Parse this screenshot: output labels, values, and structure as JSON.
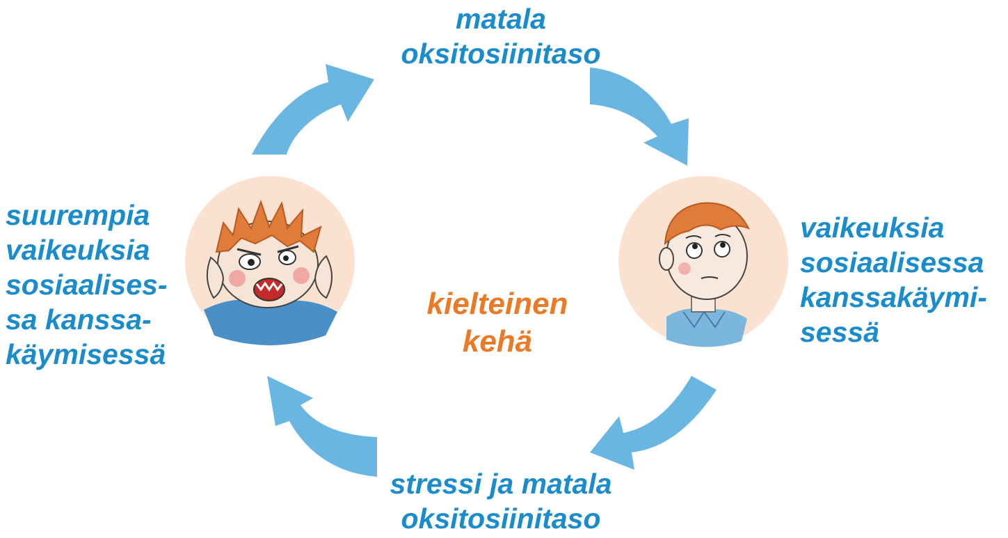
{
  "diagram": {
    "center_label": [
      "kielteinen",
      "kehä"
    ],
    "nodes": {
      "top": [
        "matala",
        "oksitosiinitaso"
      ],
      "right": [
        "vaikeuksia",
        "sosiaalisessa",
        "kanssakäymi-",
        "sessä"
      ],
      "bottom": [
        "stressi ja matala",
        "oksitosiinitaso"
      ],
      "left": [
        "suurempia",
        "vaikeuksia",
        "sosiaalises-",
        "sa kanssa-",
        "käymisessä"
      ]
    },
    "illustrations": {
      "left": "angry-child-grimacing",
      "right": "worried-child-looking-up"
    },
    "colors": {
      "node_text": "#1a8ccc",
      "center_text": "#ea7a25",
      "arrow": "#5aaee0",
      "portrait_bg": "#fbe1d0"
    }
  }
}
